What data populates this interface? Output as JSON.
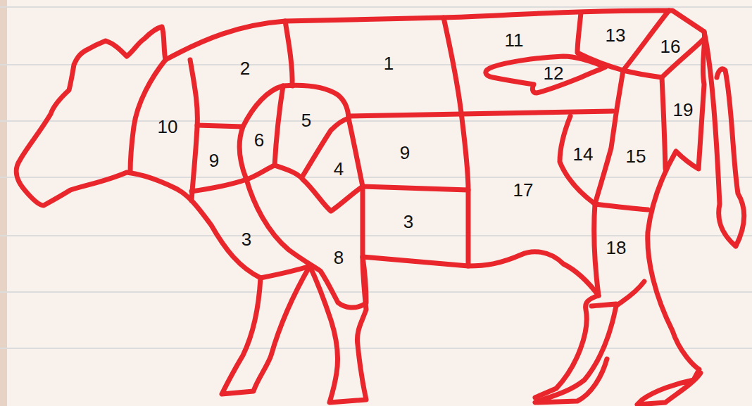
{
  "diagram": {
    "labels": [
      "2",
      "1",
      "11",
      "13",
      "16",
      "12",
      "10",
      "5",
      "19",
      "6",
      "9",
      "9",
      "14",
      "15",
      "4",
      "17",
      "3",
      "3",
      "18",
      "8"
    ]
  }
}
